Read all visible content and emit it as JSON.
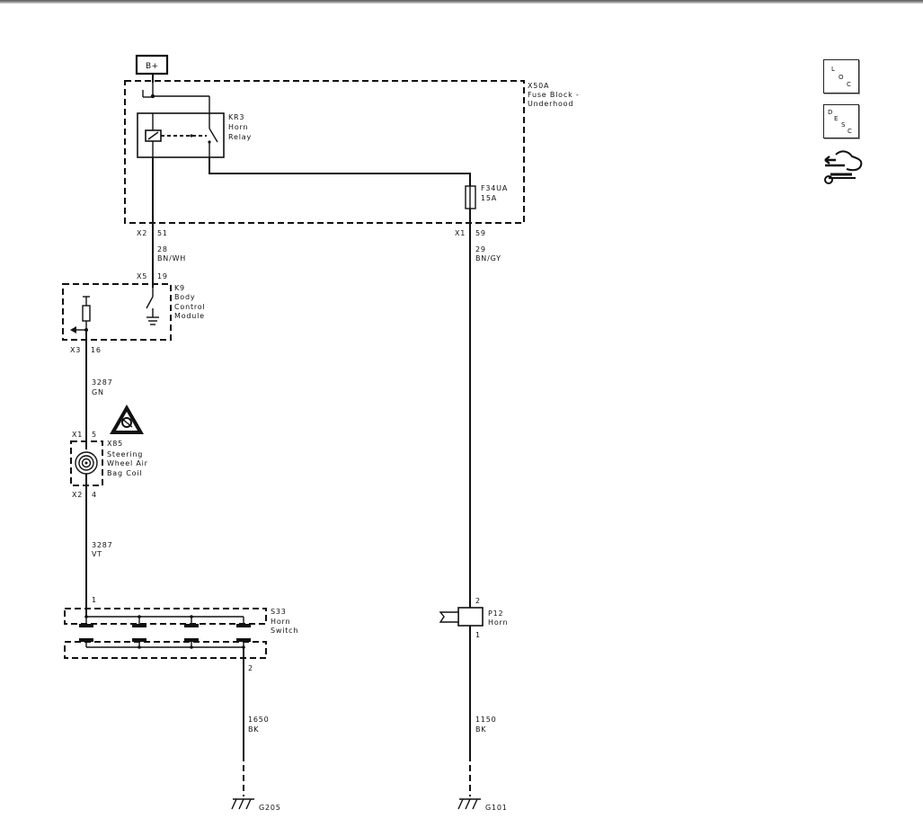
{
  "battery": {
    "label": "B+"
  },
  "fuse_block": {
    "id": "X50A",
    "name_line1": "Fuse Block -",
    "name_line2": "Underhood"
  },
  "relay": {
    "id": "KR3",
    "name_line1": "Horn",
    "name_line2": "Relay"
  },
  "fuse": {
    "id": "F34UA",
    "rating": "15A"
  },
  "connectors": {
    "x2_51": {
      "conn": "X2",
      "pin": "51"
    },
    "x1_59": {
      "conn": "X1",
      "pin": "59"
    },
    "x5_19": {
      "conn": "X5",
      "pin": "19"
    },
    "x3_16": {
      "conn": "X3",
      "pin": "16"
    },
    "x1_5": {
      "conn": "X1",
      "pin": "5"
    },
    "x2_4": {
      "conn": "X2",
      "pin": "4"
    }
  },
  "wires": {
    "w28": {
      "circuit": "28",
      "color": "BN/WH"
    },
    "w29": {
      "circuit": "29",
      "color": "BN/GY"
    },
    "w3287_gn": {
      "circuit": "3287",
      "color": "GN"
    },
    "w3287_vt": {
      "circuit": "3287",
      "color": "VT"
    },
    "w1650": {
      "circuit": "1650",
      "color": "BK"
    },
    "w1150": {
      "circuit": "1150",
      "color": "BK"
    }
  },
  "bcm": {
    "id": "K9",
    "name_line1": "Body",
    "name_line2": "Control",
    "name_line3": "Module"
  },
  "coil": {
    "id": "X85",
    "name_line1": "Steering",
    "name_line2": "Wheel Air",
    "name_line3": "Bag Coil"
  },
  "horn_switch": {
    "id": "S33",
    "name_line1": "Horn",
    "name_line2": "Switch",
    "pin_top": "1",
    "pin_bottom": "2"
  },
  "horn": {
    "id": "P12",
    "name_line1": "Horn",
    "pin_top": "2",
    "pin_bottom": "1"
  },
  "grounds": {
    "left": "G205",
    "right": "G101"
  },
  "side_buttons": {
    "loc": {
      "l1": "L",
      "l2": "O",
      "l3": "C"
    },
    "desc": {
      "l1": "D",
      "l2": "E",
      "l3": "S",
      "l4": "C"
    }
  }
}
